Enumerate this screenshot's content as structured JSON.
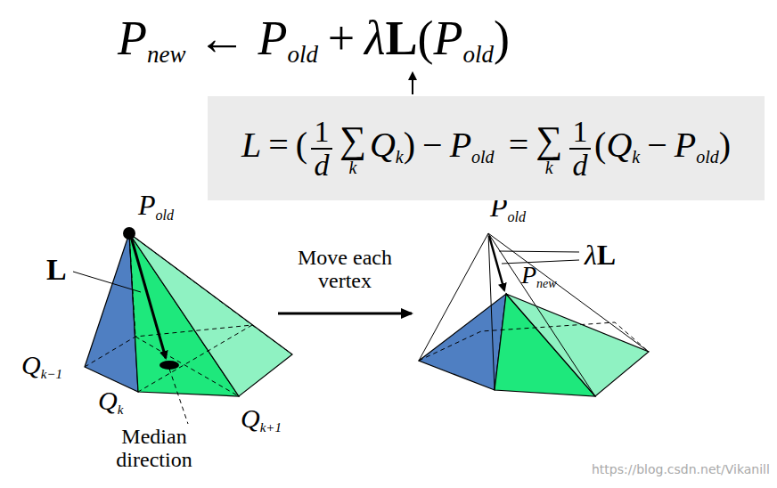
{
  "diagram": {
    "nodes": [
      {
        "text": [
          "L",
          "=",
          "(",
          "1",
          "d",
          "∑",
          "k",
          "Q",
          "k",
          ")",
          "−",
          "P",
          "old",
          "=",
          "∑",
          "k",
          "1",
          "d",
          "(",
          "Q",
          "k",
          "−",
          "P",
          "old",
          ")"
        ]
      }
    ],
    "labels": [
      "P",
      "new",
      "←",
      "P",
      "old",
      "+",
      "λ",
      "L",
      "(",
      "P",
      "old",
      ")",
      "P",
      "old",
      "L",
      "Q",
      "k−1",
      "Q",
      "k",
      "Q",
      "k+1",
      "Median direction",
      "Move each vertex",
      "P",
      "old",
      "λ",
      "L",
      "P",
      "new",
      "https://blog.csdn.net/Vikanill"
    ]
  }
}
